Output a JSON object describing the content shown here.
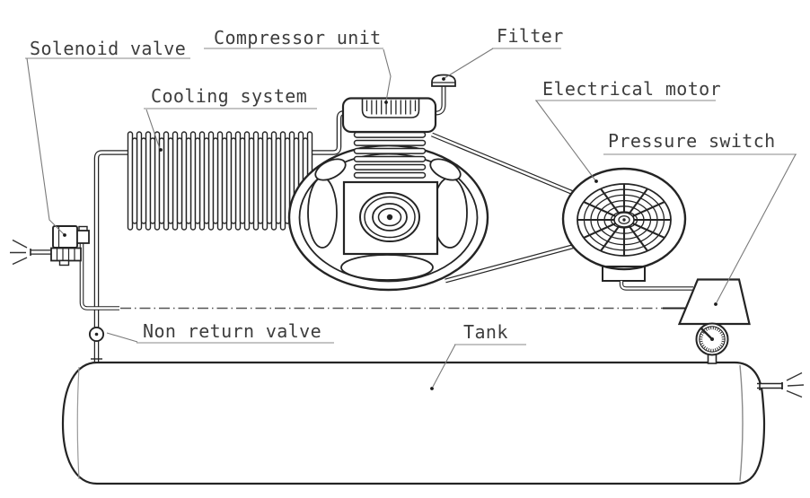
{
  "diagram_type": "air compressor system schematic",
  "labels": {
    "solenoid_valve": "Solenoid valve",
    "compressor_unit": "Compressor unit",
    "cooling_system": "Cooling system",
    "filter": "Filter",
    "electrical_motor": "Electrical motor",
    "pressure_switch": "Pressure switch",
    "non_return_valve": "Non return valve",
    "tank": "Tank"
  },
  "components": [
    "solenoid-valve",
    "cooling-coil",
    "compressor-unit",
    "filter",
    "electrical-motor",
    "belt-drive",
    "pressure-switch",
    "pressure-gauge",
    "non-return-valve",
    "tank",
    "air-outlet"
  ],
  "colors": {
    "line": "#242424",
    "label_text": "#3d3d3d",
    "leader": "#7a7a7a",
    "centerline": "#555555",
    "background": "#ffffff"
  }
}
